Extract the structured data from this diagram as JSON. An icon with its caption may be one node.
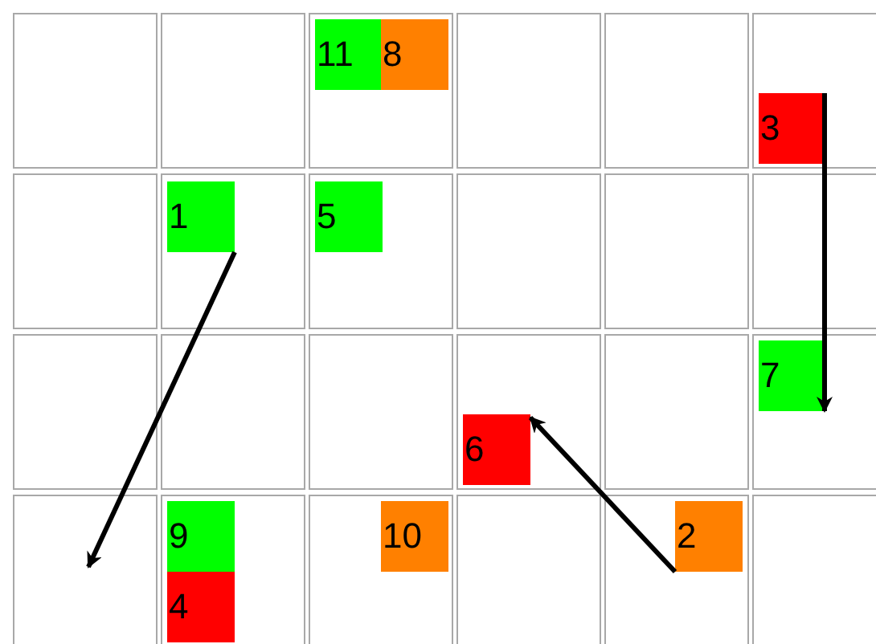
{
  "diagram": {
    "nodes": [
      {
        "text": [
          "11"
        ]
      },
      {
        "text": [
          "8"
        ]
      },
      {
        "text": [
          "3"
        ]
      },
      {
        "text": [
          "1"
        ]
      },
      {
        "text": [
          "5"
        ]
      },
      {
        "text": [
          "7"
        ]
      },
      {
        "text": [
          "6"
        ]
      },
      {
        "text": [
          "9"
        ]
      },
      {
        "text": [
          "10"
        ]
      },
      {
        "text": [
          "2"
        ]
      },
      {
        "text": [
          "4"
        ]
      }
    ],
    "edges": [
      {
        "from": 3,
        "to": null,
        "arrow": "to"
      },
      {
        "from": 2,
        "to": 5,
        "arrow": "to"
      },
      {
        "from": 9,
        "to": 6,
        "arrow": "to"
      }
    ]
  }
}
